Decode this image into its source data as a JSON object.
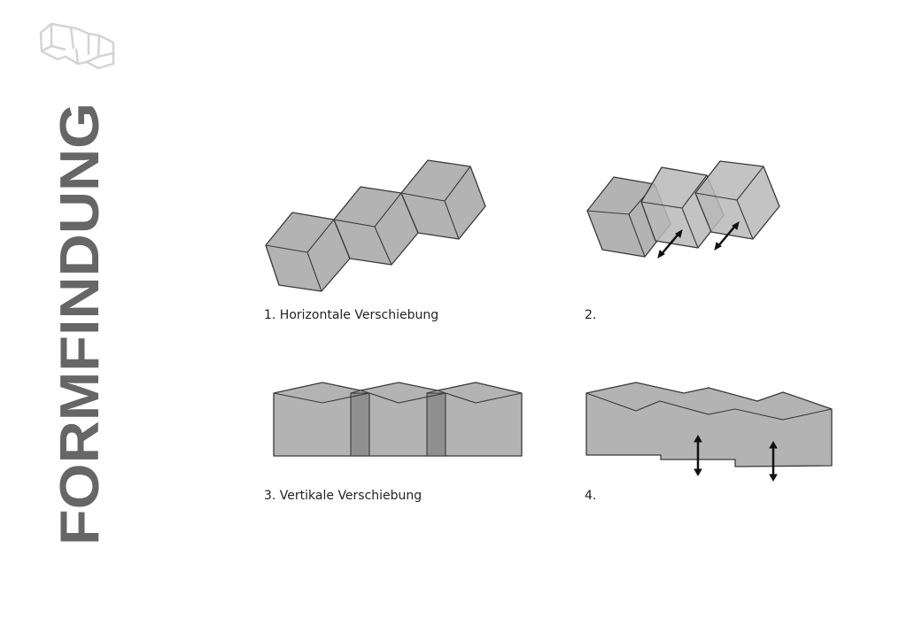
{
  "title": "FORMFINDUNG",
  "logo": {
    "icon": "cube-row-logo-icon"
  },
  "colors": {
    "title": "#666666",
    "fill": "#b3b3b3",
    "column": "#8f8f8f",
    "logo": "#d4d4d4"
  },
  "diagrams": [
    {
      "label": "1. Horizontale Verschiebung"
    },
    {
      "label": "2."
    },
    {
      "label": "3. Vertikale Verschiebung"
    },
    {
      "label": "4."
    }
  ]
}
